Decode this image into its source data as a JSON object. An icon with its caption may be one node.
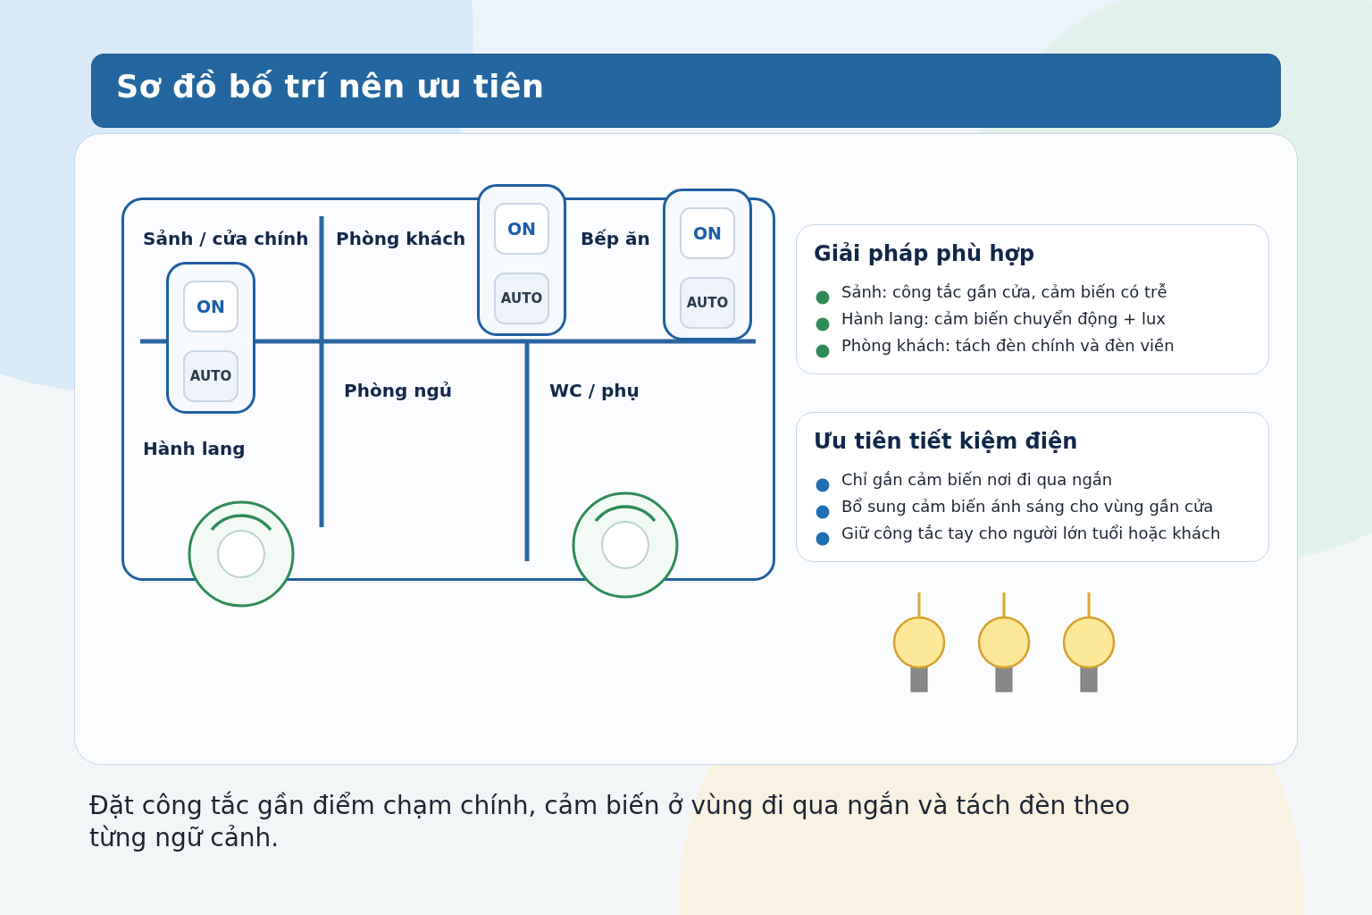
{
  "diagram": {
    "title": "Sơ đồ bố trí nên ưu tiên",
    "caption": "Đặt công tắc gần điểm chạm chính, cảm biến ở vùng đi qua ngắn và tách đèn theo từng ngữ cảnh.",
    "nodes": [
      {
        "text": [],
        "shape": "box"
      },
      {
        "text": [
          "ON"
        ],
        "in": 0
      },
      {
        "text": [
          "AUTO"
        ],
        "in": 0
      },
      {
        "text": [],
        "shape": "box"
      },
      {
        "text": [
          "ON"
        ],
        "in": 3
      },
      {
        "text": [
          "AUTO"
        ],
        "in": 3
      },
      {
        "text": [],
        "shape": "box"
      },
      {
        "text": [
          "ON"
        ],
        "in": 6
      },
      {
        "text": [
          "AUTO"
        ],
        "in": 6
      },
      {
        "text": [
          "Giải pháp phù hợp",
          "Sảnh: công tắc gần cửa, cảm biến có trễ",
          "Hành lang: cảm biến chuyển động + lux",
          "Phòng khách: tách đèn chính và đèn viền"
        ]
      },
      {
        "text": [
          "Ưu tiên tiết kiệm điện",
          "Chỉ gắn cảm biến nơi đi qua ngắn",
          "Bổ sung cảm biến ánh sáng cho vùng gần cửa",
          "Giữ công tắc tay cho người lớn tuổi hoặc khách"
        ]
      }
    ],
    "labels": [
      "Sảnh / cửa chính",
      "Phòng khách",
      "Bếp ăn",
      "Hành lang",
      "Phòng ngủ",
      "WC / phụ"
    ]
  }
}
